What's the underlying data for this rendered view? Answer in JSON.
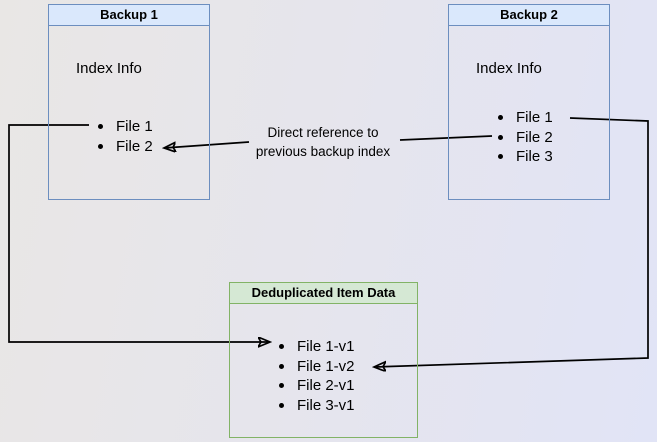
{
  "backup1": {
    "title": "Backup 1",
    "index_label": "Index Info",
    "files": [
      "File 1",
      "File 2"
    ]
  },
  "backup2": {
    "title": "Backup 2",
    "index_label": "Index Info",
    "files": [
      "File 1",
      "File 2",
      "File 3"
    ]
  },
  "dedup_store": {
    "title": "Deduplicated Item Data",
    "files": [
      "File 1-v1",
      "File 1-v2",
      "File 2-v1",
      "File 3-v1"
    ]
  },
  "annotation": {
    "line1": "Direct reference to",
    "line2": "previous backup index"
  },
  "colors": {
    "blue_fill": "#dae8fc",
    "blue_stroke": "#6c8ebf",
    "green_fill": "#d5e8d4",
    "green_stroke": "#82b366",
    "connector": "#000000"
  }
}
